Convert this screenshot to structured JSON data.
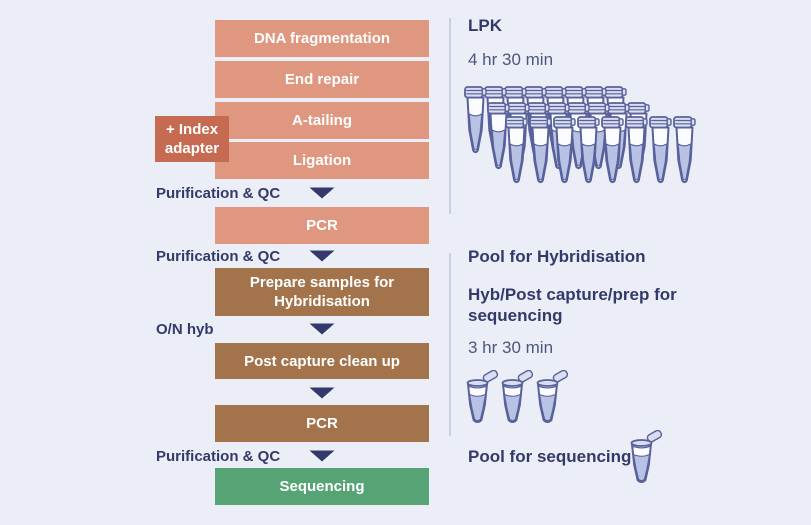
{
  "colors": {
    "background": "#ECEEF7",
    "salmon": "#E0977F",
    "terracotta": "#C76A52",
    "brown": "#A3744C",
    "green": "#56A375",
    "navy": "#333A69",
    "muted": "#4D5680",
    "divider": "#C8CDE0",
    "tube_outline": "#59619A",
    "tube_liquid": "#B7C2E5",
    "tube_cap": "#D9DEF1"
  },
  "flow": {
    "steps": [
      {
        "label": "DNA fragmentation",
        "color": "salmon"
      },
      {
        "label": "End repair",
        "color": "salmon"
      },
      {
        "label": "A-tailing",
        "color": "salmon"
      },
      {
        "label": "Ligation",
        "color": "salmon"
      },
      {
        "label": "PCR",
        "color": "salmon"
      },
      {
        "label": "Prepare samples for Hybridisation",
        "color": "brown"
      },
      {
        "label": "Post capture clean up",
        "color": "brown"
      },
      {
        "label": "PCR",
        "color": "brown"
      },
      {
        "label": "Sequencing",
        "color": "green"
      }
    ],
    "index_adapter_label": "+ Index adapter",
    "transition_labels": [
      "Purification & QC",
      "Purification & QC",
      "O/N hyb",
      "Purification & QC"
    ]
  },
  "right_panel": {
    "lpk": {
      "title": "LPK",
      "duration": "4 hr 30 min",
      "tube_rows": [
        8,
        8,
        8
      ]
    },
    "pool_hyb": {
      "title": "Pool for Hybridisation",
      "subtitle": "Hyb/Post capture/prep for sequencing",
      "duration": "3 hr 30 min",
      "tube_count": 3
    },
    "pool_seq": {
      "label": "Pool for sequencing",
      "tube_count": 1
    }
  }
}
